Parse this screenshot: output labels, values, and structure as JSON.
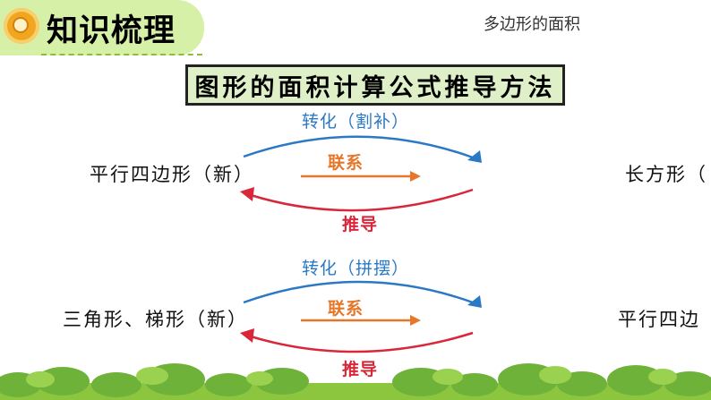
{
  "header": {
    "title": "知识梳理",
    "icon": "magnifier-badge-icon"
  },
  "topic": "多边形的面积",
  "main_title": "图形的面积计算公式推导方法",
  "rows": [
    {
      "left": "平行四边形（新）",
      "right": "长方形（",
      "top_label": "转化（割补）",
      "middle_label": "联系",
      "bottom_label": "推导"
    },
    {
      "left": "三角形、梯形（新）",
      "right": "平行四边",
      "top_label": "转化（拼摆）",
      "middle_label": "联系",
      "bottom_label": "推导"
    }
  ],
  "colors": {
    "blue": "#2b78c4",
    "orange": "#e5772a",
    "red": "#d9273a",
    "header_bg": "#d7f0a8",
    "title_bg": "#dff0c8"
  }
}
